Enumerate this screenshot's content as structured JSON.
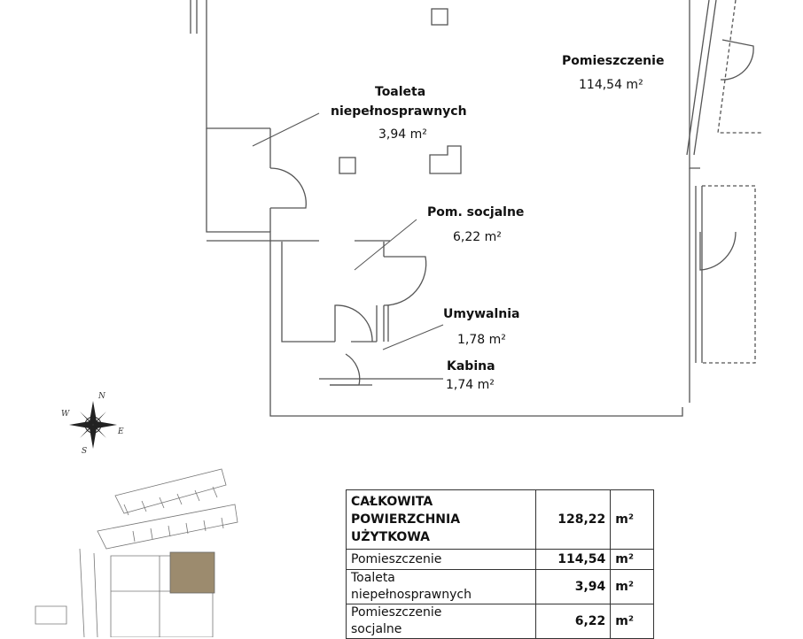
{
  "rooms": {
    "pomieszczenie": {
      "name": "Pomieszczenie",
      "area": "114,54 m²"
    },
    "toaleta": {
      "name_line1": "Toaleta",
      "name_line2": "niepełnosprawnych",
      "area": "3,94 m²"
    },
    "socjalne": {
      "name": "Pom. socjalne",
      "area": "6,22 m²"
    },
    "umywalnia": {
      "name": "Umywalnia",
      "area": "1,78 m²"
    },
    "kabina": {
      "name": "Kabina",
      "area": "1,74 m²"
    }
  },
  "compass": {
    "n": "N",
    "e": "E",
    "s": "S",
    "w": "W"
  },
  "summary": {
    "total": {
      "line1": "CAŁKOWITA",
      "line2": "POWIERZCHNIA",
      "line3": "UŻYTKOWA",
      "value": "128,22",
      "unit": "m²"
    },
    "rows": [
      {
        "name": "Pomieszczenie",
        "value": "114,54",
        "unit": "m²"
      },
      {
        "name_line1": "Toaleta",
        "name_line2": "niepełnosprawnych",
        "value": "3,94",
        "unit": "m²"
      },
      {
        "name_line1": "Pomieszczenie",
        "name_line2": "socjalne",
        "value": "6,22",
        "unit": "m²"
      }
    ]
  },
  "colors": {
    "highlight_unit": "#9c8b6e",
    "walls": "#555555"
  }
}
